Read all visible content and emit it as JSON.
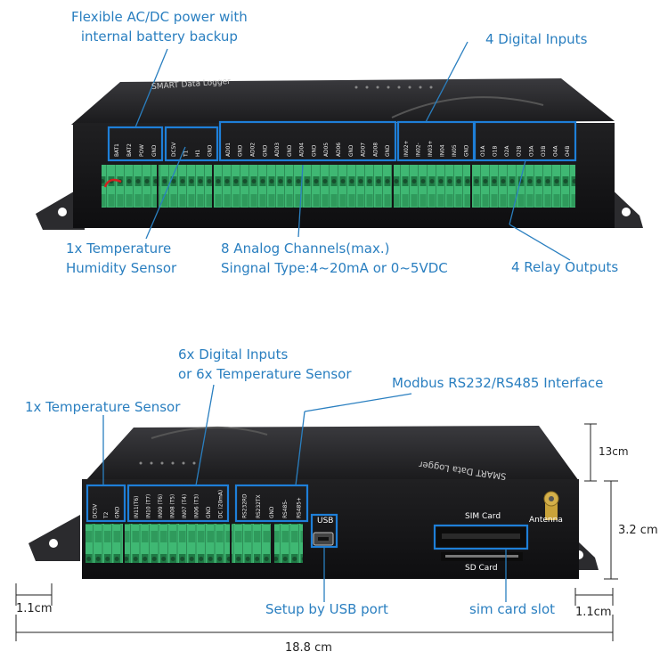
{
  "top_device": {
    "case_text": "SMART Data Logger",
    "callouts": {
      "power": "Flexible AC/DC power with\ninternal battery backup",
      "digital_inputs": "4 Digital Inputs",
      "temp_humidity": "1x Temperature\nHumidity Sensor",
      "analog": "8 Analog Channels(max.)\nSingnal Type:4~20mA or 0~5VDC",
      "relays": "4 Relay Outputs"
    },
    "pin_groups": [
      [
        "BAT1",
        "BAT2",
        "POW",
        "GND"
      ],
      [
        "DC5V",
        "T1",
        "H1",
        "GND"
      ],
      [
        "AD01",
        "GND",
        "AD02",
        "GND",
        "AD03",
        "GND",
        "AD04",
        "GND",
        "AD05",
        "AD06",
        "GND",
        "AD07",
        "AD08",
        "GND"
      ],
      [
        "IN02+",
        "IN02-",
        "IN03+",
        "IN04",
        "IN05",
        "GND"
      ],
      [
        "O1A",
        "O1B",
        "O2A",
        "O2B",
        "O3A",
        "O3B",
        "O4A",
        "O4B"
      ]
    ]
  },
  "bottom_device": {
    "case_text": "SMART Data Logger",
    "callouts": {
      "temp_sensor": "1x Temperature Sensor",
      "digital_inputs": "6x Digital Inputs\nor 6x Temperature Sensor",
      "modbus": "Modbus RS232/RS485 Interface",
      "usb": "Setup by USB port",
      "sim": "sim card slot"
    },
    "pin_groups": [
      [
        "DC5V",
        "T2",
        "GND"
      ],
      [
        "IN11(T6)",
        "IN10 (T7)",
        "IN09 (T6)",
        "IN08 (T5)",
        "IN07 (T4)",
        "IN06 (T3)",
        "GND",
        "DC (20mA)"
      ],
      [
        "RS232RD",
        "RS232TX",
        "GND",
        "RS485-",
        "RS485+"
      ]
    ],
    "port_labels": {
      "usb": "USB",
      "sim_card": "SIM Card",
      "sd_card": "SD Card",
      "antenna": "Antenna"
    }
  },
  "dimensions": {
    "height_top": "13cm",
    "height_side": "3.2 cm",
    "margin_left": "1.1cm",
    "margin_right": "1.1cm",
    "total_length": "18.8 cm"
  },
  "colors": {
    "callout": "#2a7fc0",
    "highlight_box": "#1e7fd8",
    "terminal": "#3fb873",
    "case": "#1c1c1e"
  }
}
